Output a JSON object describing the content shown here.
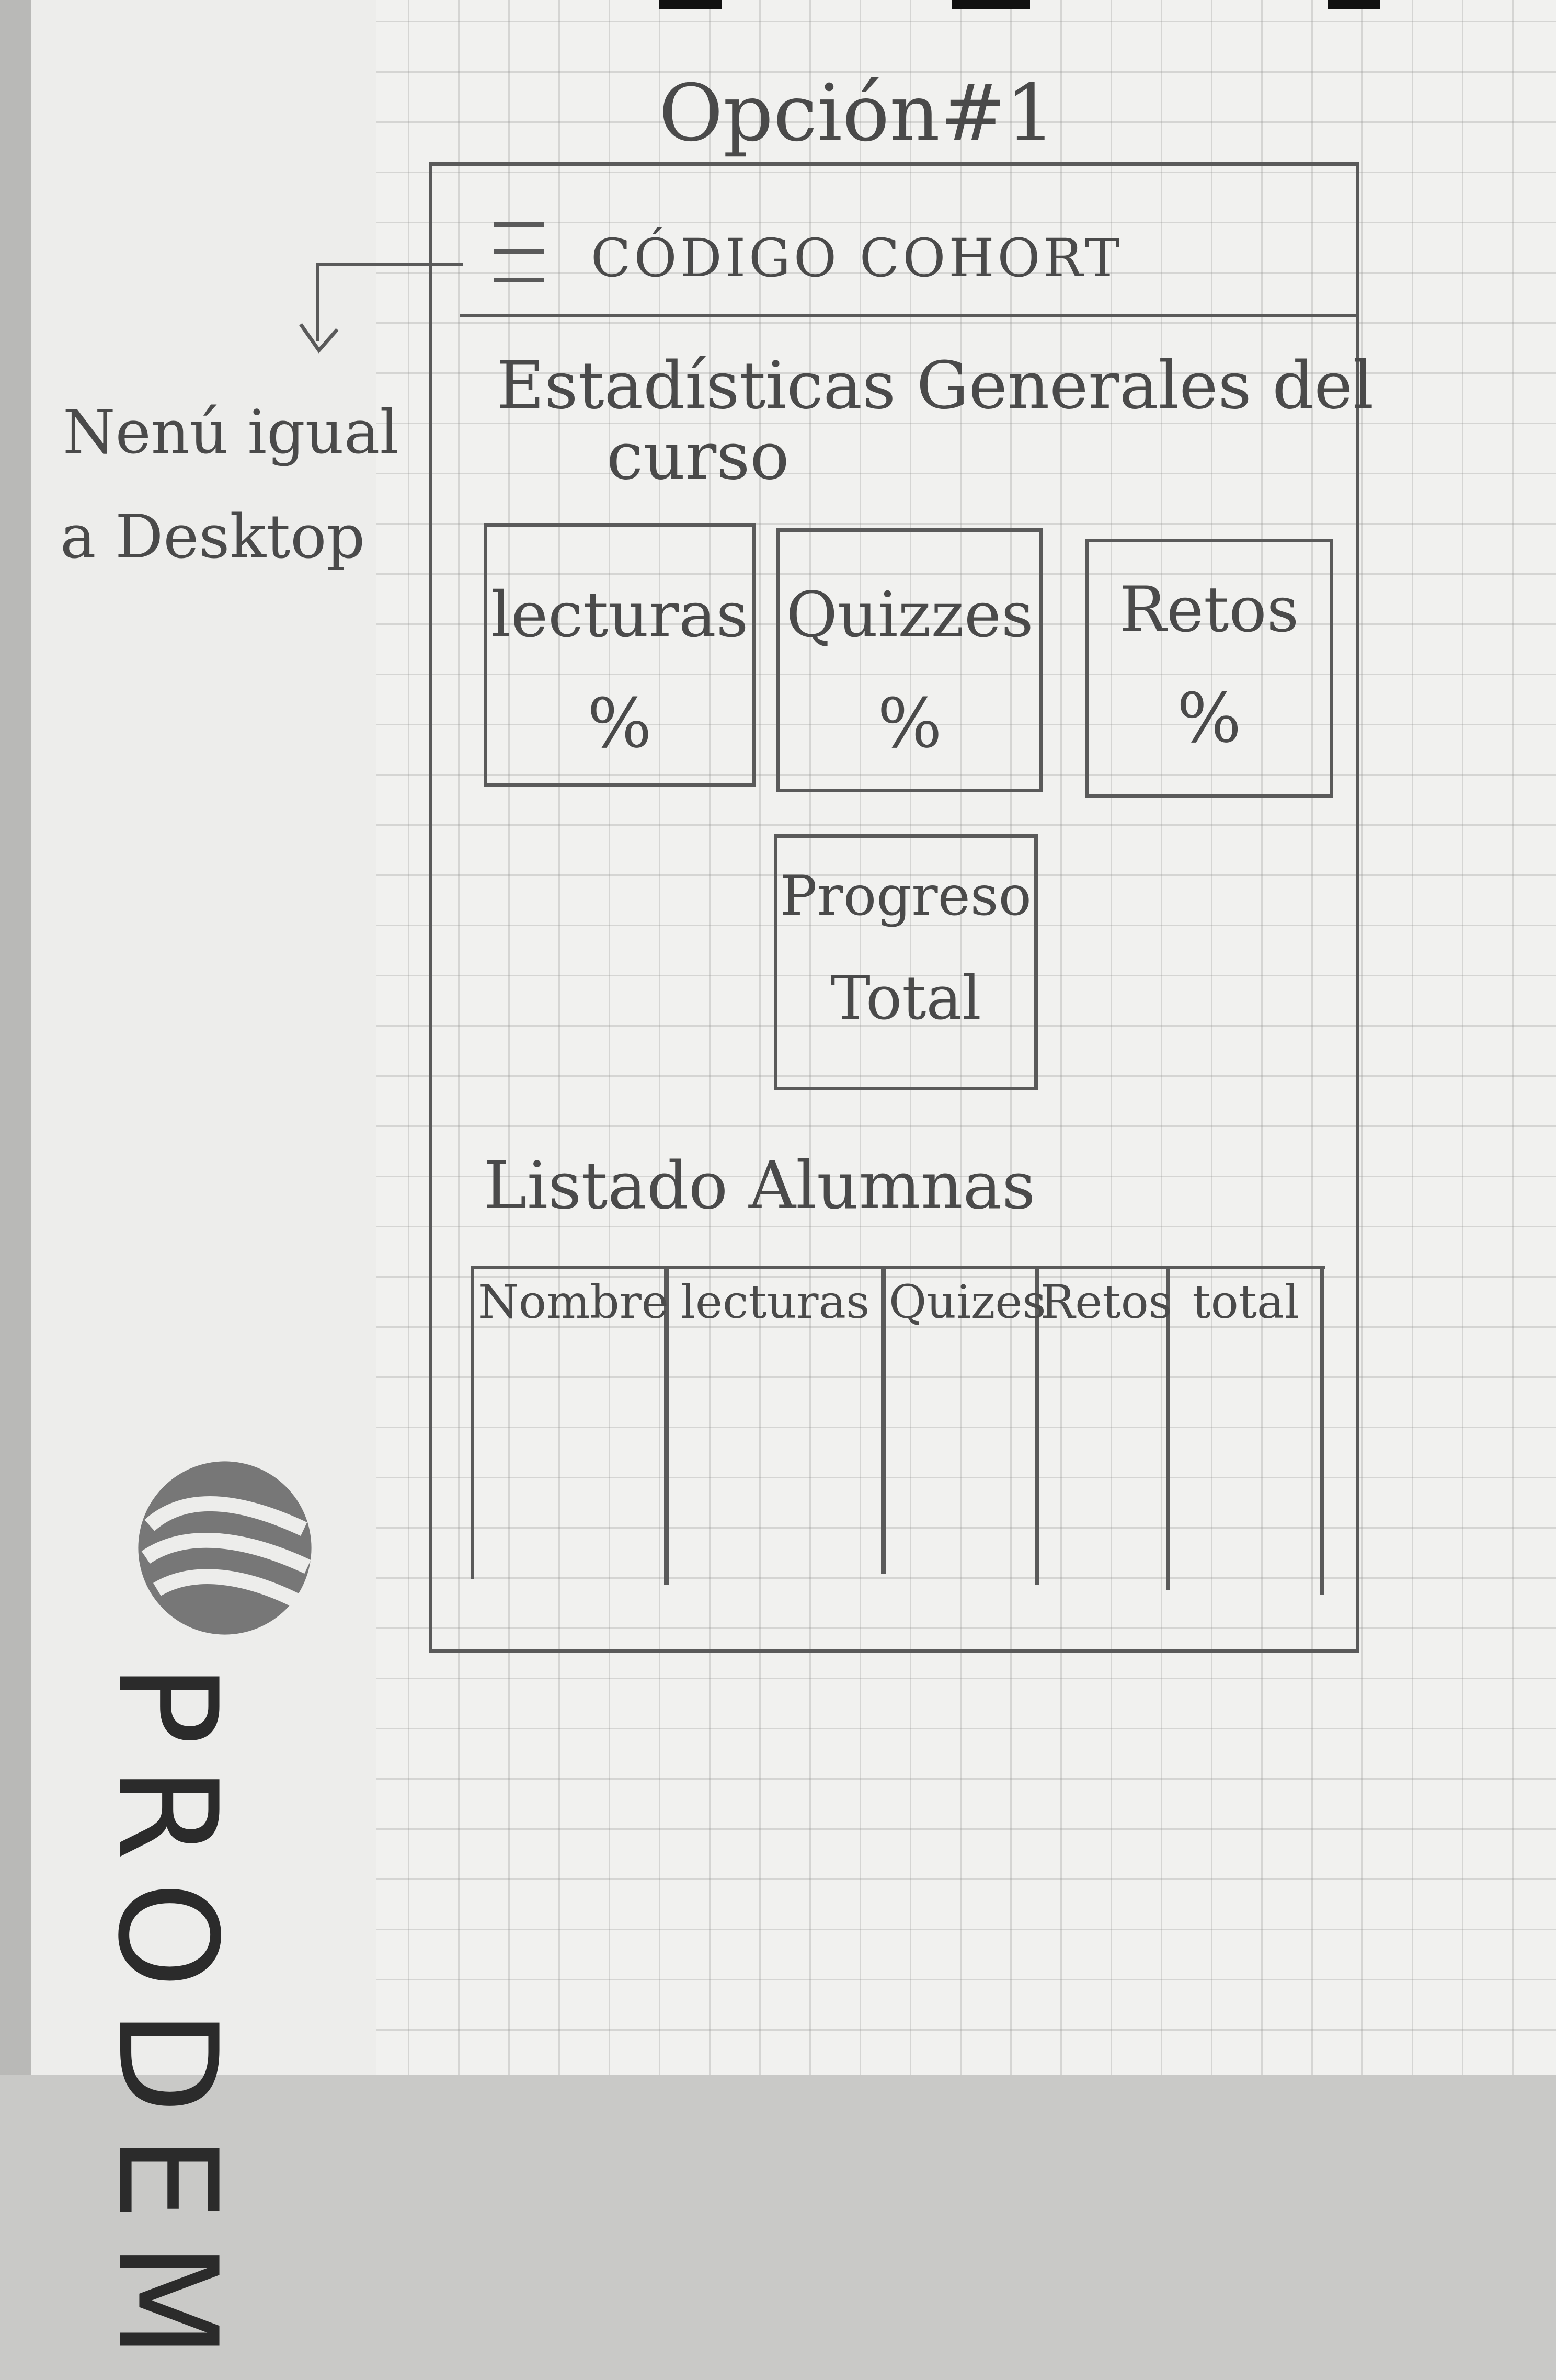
{
  "title": "Opción#1",
  "annotation": {
    "text_line1": "Nenú igual",
    "text_line2": "a Desktop"
  },
  "header": {
    "menu_icon": "hamburger-icon",
    "cohort_label": "CÓDIGO COHORT"
  },
  "stats_section": {
    "title_line1": "Estadísticas Generales del",
    "title_line2": "curso",
    "cards": [
      {
        "label": "lecturas",
        "value": "%"
      },
      {
        "label": "Quizzes",
        "value": "%"
      },
      {
        "label": "Retos",
        "value": "%"
      }
    ],
    "total_card": {
      "label_line1": "Progreso",
      "label_line2": "Total"
    }
  },
  "students_section": {
    "title": "Listado Alumnas",
    "columns": [
      "Nombre",
      "lecturas",
      "Quizes",
      "Retos",
      "total"
    ]
  },
  "brand": {
    "name": "PRODEM",
    "logo_icon": "prodem-logo-icon"
  }
}
